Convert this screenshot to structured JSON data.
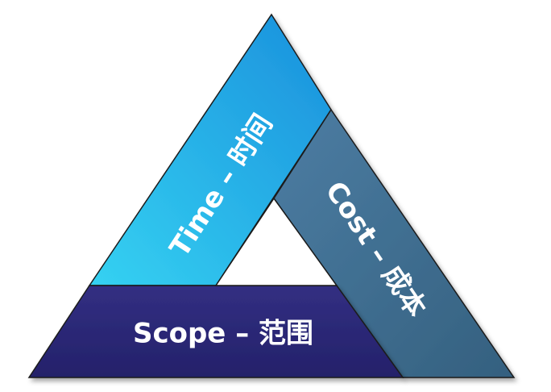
{
  "diagram": {
    "sides": {
      "time": {
        "label": "Time – 时间",
        "color_light": "#35d2f2",
        "color_dark": "#1a8fdc"
      },
      "cost": {
        "label": "Cost – 成本",
        "color_light": "#4c7da3",
        "color_dark": "#34607f"
      },
      "scope": {
        "label": "Scope – 范围",
        "color_light": "#322f82",
        "color_dark": "#24216a"
      }
    },
    "outline_color": "#1b1b1b",
    "background": "#ffffff"
  }
}
